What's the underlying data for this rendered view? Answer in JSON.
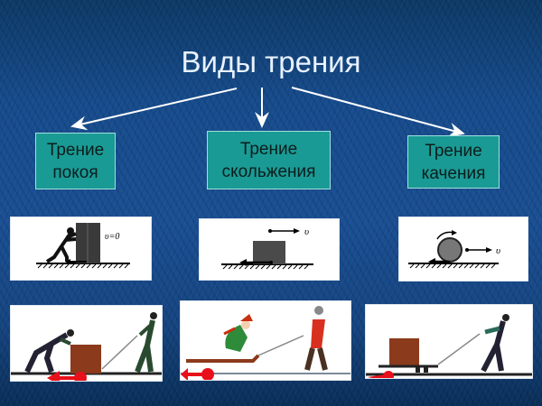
{
  "title": "Виды трения",
  "types": [
    {
      "line1": "Трение",
      "line2": "покоя",
      "diagram_label": "υ=0"
    },
    {
      "line1": "Трение",
      "line2": "скольжения",
      "diagram_label": "υ"
    },
    {
      "line1": "Трение",
      "line2": "качения",
      "diagram_label": "υ"
    }
  ],
  "colors": {
    "background": "#174c8c",
    "box_fill": "#1a9a94",
    "box_border": "#9fe0dd",
    "friction_arrow": "#e8101a",
    "crate": "#8b3a1c"
  }
}
